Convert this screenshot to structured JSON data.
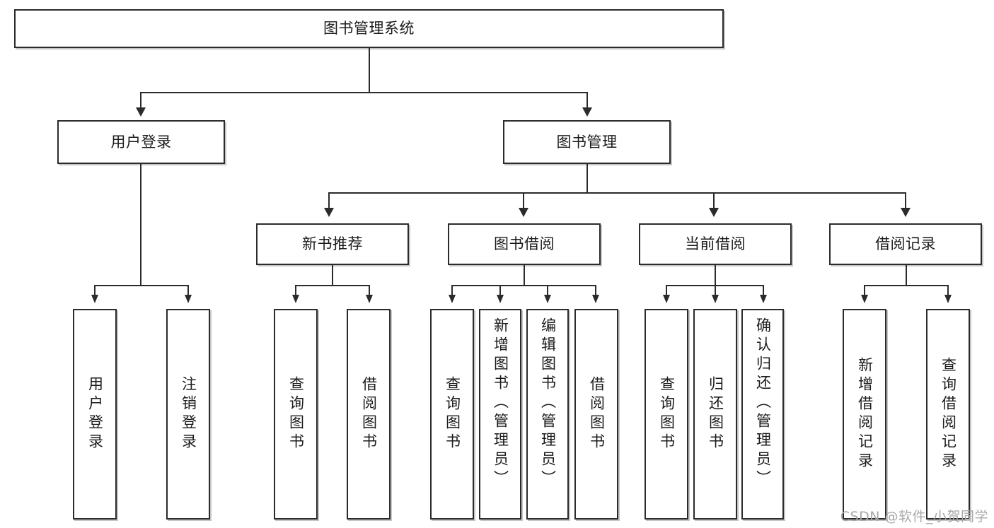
{
  "diagram": {
    "title": "图书管理系统",
    "type": "tree",
    "root": {
      "label": "图书管理系统"
    },
    "level2": [
      {
        "label": "用户登录"
      },
      {
        "label": "图书管理"
      }
    ],
    "level3": [
      {
        "label": "新书推荐"
      },
      {
        "label": "图书借阅"
      },
      {
        "label": "当前借阅"
      },
      {
        "label": "借阅记录"
      }
    ],
    "leaves": {
      "user_login": [
        {
          "label": "用户登录"
        },
        {
          "label": "注销登录"
        }
      ],
      "new_book_recommend": [
        {
          "label": "查询图书"
        },
        {
          "label": "借阅图书"
        }
      ],
      "book_borrow": [
        {
          "label": "查询图书"
        },
        {
          "label": "新增图书（管理员）"
        },
        {
          "label": "编辑图书（管理员）"
        },
        {
          "label": "借阅图书"
        }
      ],
      "current_borrow": [
        {
          "label": "查询图书"
        },
        {
          "label": "归还图书"
        },
        {
          "label": "确认归还（管理员）"
        }
      ],
      "borrow_record": [
        {
          "label": "新增借阅记录"
        },
        {
          "label": "查询借阅记录"
        }
      ]
    }
  },
  "watermark": {
    "text": "CSDN @软件_小贺同学"
  },
  "colors": {
    "border": "#2b2b2b",
    "background": "#ffffff",
    "text": "#1b1b1b",
    "watermark": "#a8a8a8"
  }
}
